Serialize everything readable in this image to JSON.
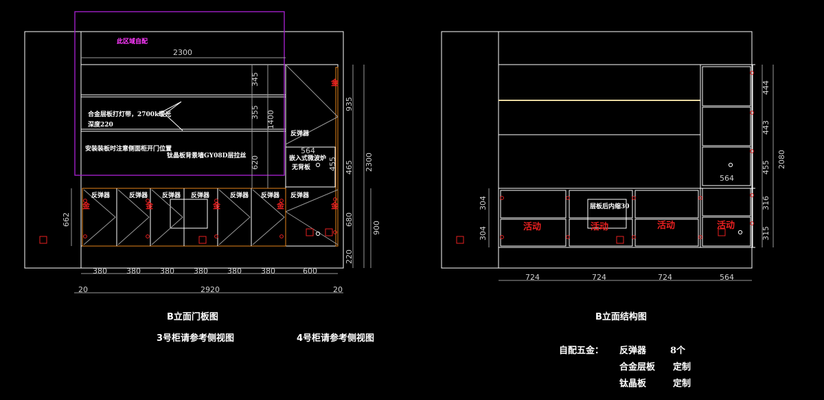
{
  "colors": {
    "background": "#000000",
    "line": "#ffffff",
    "frame": "#e6851a",
    "hinge": "#e82020",
    "note_area": "#a020c8",
    "note_text": "#ff3aff",
    "shelf_light": "#e8d8a0"
  },
  "left_drawing": {
    "title": "B立面门板图",
    "reference_notes": [
      "3号柜请参考侧视图",
      "4号柜请参考侧视图"
    ],
    "pink_note": "此区域自配",
    "annotations": {
      "shelf_light": "合金层板打灯带，2700k暖光",
      "depth": "深度220",
      "install_note": "安装装板时注意侧面柜开门位置",
      "glass_note": "钛晶板背景墙GY08D层拉丝",
      "built_in": "嵌入式微波炉",
      "no_back": "无背板",
      "dim_564": "564"
    },
    "rebounder_label": "反弹器",
    "hinge_label": "金",
    "dims": {
      "top_width": "2300",
      "v_right": [
        "345",
        "355",
        "620"
      ],
      "v_mid": "1400",
      "side_a": [
        "935",
        "465",
        "680",
        "220"
      ],
      "side_b": "2300",
      "side_c": "900",
      "left_height": "662",
      "small_455": "455",
      "bottom": [
        "380",
        "380",
        "380",
        "380",
        "380",
        "380",
        "600"
      ],
      "total": "2920",
      "edge_left": "20",
      "edge_right": "20"
    }
  },
  "right_drawing": {
    "title": "B立面结构图",
    "active_label": "活动",
    "shelf_note": "层板后内缩30",
    "dims": {
      "right_col": [
        "444",
        "443",
        "455",
        "316",
        "315"
      ],
      "right_total": "2080",
      "left_col": [
        "304",
        "304"
      ],
      "inner_564": "564",
      "bottom": [
        "724",
        "724",
        "724",
        "564"
      ]
    }
  },
  "hardware": {
    "title": "自配五金：",
    "items": [
      {
        "name": "反弹器",
        "qty": "8个"
      },
      {
        "name": "合金层板",
        "qty": "定制"
      },
      {
        "name": "钛晶板",
        "qty": "定制"
      }
    ]
  }
}
